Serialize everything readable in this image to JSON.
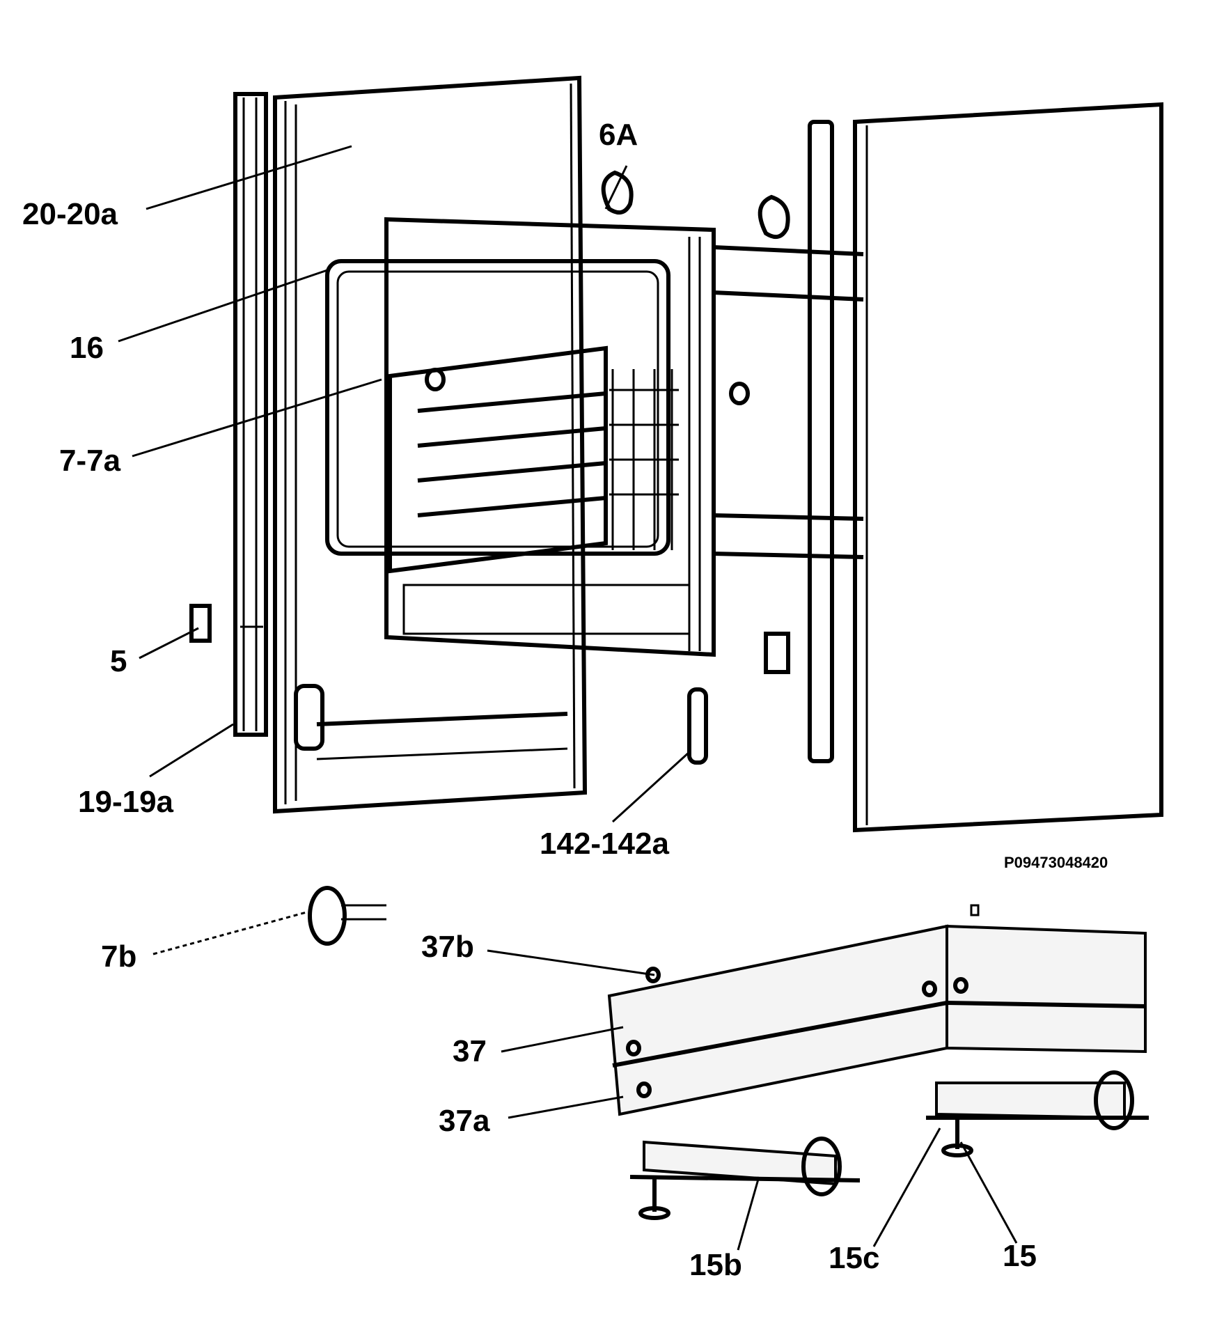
{
  "labels": {
    "l_20_20a": "20-20a",
    "l_16": "16",
    "l_7_7a": "7-7a",
    "l_5": "5",
    "l_19_19a": "19-19a",
    "l_6A": "6A",
    "l_142_142a": "142-142a",
    "l_7b": "7b",
    "l_37b": "37b",
    "l_37": "37",
    "l_37a": "37a",
    "l_15b": "15b",
    "l_15c": "15c",
    "l_15": "15"
  },
  "drawing_code": "P09473048420"
}
